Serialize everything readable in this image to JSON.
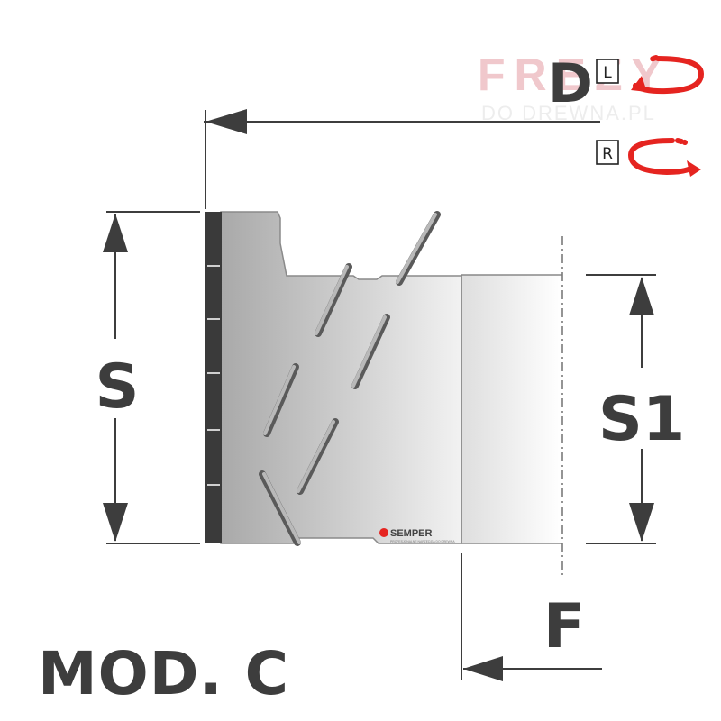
{
  "labels": {
    "diameter": "D",
    "height": "S",
    "height_inner": "S1",
    "offset": "F",
    "model": "MOD. C"
  },
  "rotation": {
    "left": {
      "box": "L",
      "icon": "counter-clockwise-rotation-arrow-icon"
    },
    "right": {
      "box": "R",
      "icon": "clockwise-rotation-arrow-icon"
    }
  },
  "watermark": {
    "line1": "FREZY",
    "line2": "DO DREWNA.PL"
  },
  "logo": {
    "brand": "SEMPER",
    "tagline": "PROFESJONALNE NARZĘDZIA DO DREWNA"
  },
  "colors": {
    "ink": "#3d3d3d",
    "rotation_arrow": "#e52420",
    "watermark": "#f0c8cc",
    "tool_body_dark": "#a9a9a9",
    "tool_body_light": "#ffffff"
  }
}
